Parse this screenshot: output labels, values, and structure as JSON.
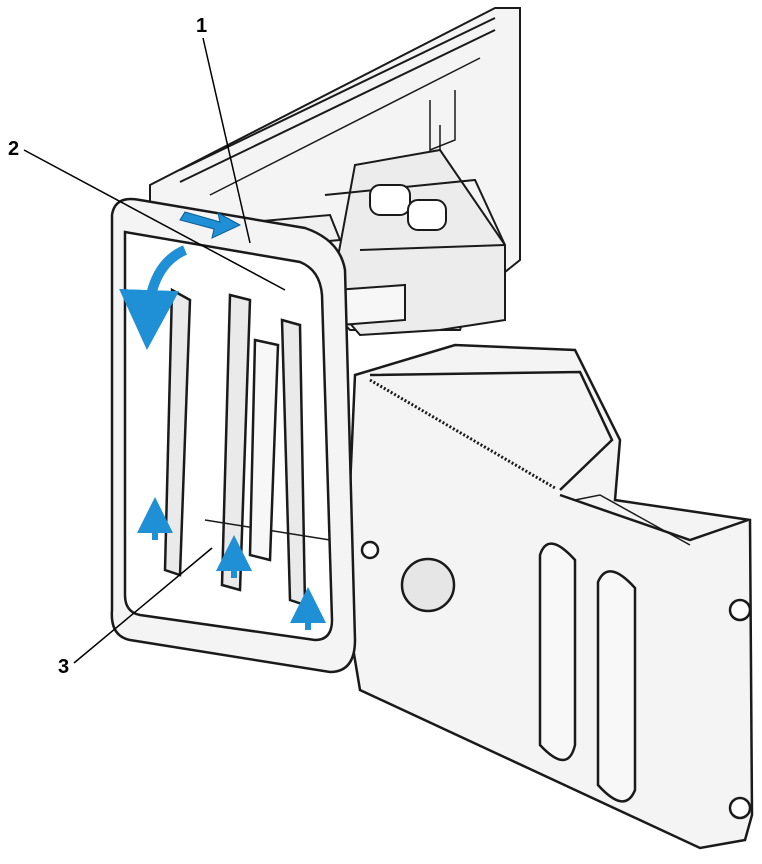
{
  "callouts": [
    {
      "number": "1"
    },
    {
      "number": "2"
    },
    {
      "number": "3"
    }
  ],
  "colors": {
    "arrow": "#1f8fd6",
    "outline": "#1a1a1a",
    "chassis_fill": "#f4f4f4",
    "panel_fill": "#ffffff",
    "shade": "#e0e0e0"
  },
  "icons": [
    "push-arrow-icon",
    "rotate-arrow-icon",
    "lift-arrow-icon"
  ]
}
